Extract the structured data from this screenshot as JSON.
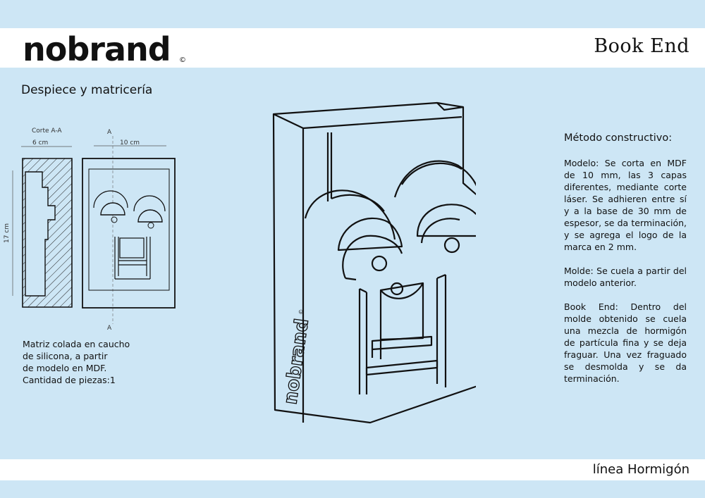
{
  "brand": {
    "name": "nobrand",
    "mark": "©"
  },
  "header": {
    "title": "Book End"
  },
  "footer": {
    "line": "línea Hormigón"
  },
  "section_heading": "Despiece y matricería",
  "drawing_labels": {
    "section_cut": "Corte A-A",
    "width_6": "6 cm",
    "width_10": "10 cm",
    "height_17": "17 cm",
    "arrow_a": "A"
  },
  "matrix_note": [
    "Matriz colada en caucho",
    "de silicona, a partir",
    "de modelo en MDF.",
    "Cantidad de piezas:1"
  ],
  "method": {
    "heading": "Método constructivo:",
    "paragraphs": [
      "Modelo: Se corta en MDF de 10 mm, las 3 capas diferentes, mediante corte láser. Se adhieren entre sí y a la base de 30 mm de espesor, se da terminación, y se agrega el logo de la marca en 2 mm.",
      "Molde: Se cuela a partir del modelo anterior.",
      "Book End: Dentro del molde obtenido se cuela una mezcla de hormigón de partícula fina y se deja fraguar. Una vez fraguado se desmolda y se da terminación."
    ]
  }
}
